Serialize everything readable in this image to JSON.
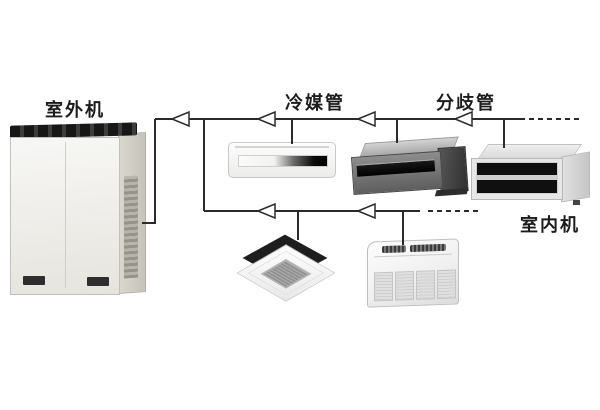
{
  "page": {
    "background": "#ffffff",
    "line_color": "#2b2b2b"
  },
  "diagram": {
    "labels": {
      "outdoor_unit": "室外机",
      "refrigerant_pipe": "冷媒管",
      "branch_pipe": "分歧管",
      "indoor_unit": "室内机"
    },
    "flow": {
      "arrow_direction": "left",
      "upper_pipe_arrows": 4,
      "lower_pipe_arrows": 2,
      "dashed_continuation": "right ends of both pipes"
    },
    "icons": [
      {
        "name": "outdoor-unit-image",
        "meaning": "vrf-outdoor-unit-photo"
      },
      {
        "name": "wall-mounted-unit-image",
        "meaning": "wall-split-indoor-unit-photo"
      },
      {
        "name": "duct-unit-dark-image",
        "meaning": "concealed-duct-indoor-unit-photo"
      },
      {
        "name": "duct-unit-light-image",
        "meaning": "concealed-duct-indoor-unit-photo"
      },
      {
        "name": "cassette-unit-image",
        "meaning": "four-way-ceiling-cassette-photo"
      },
      {
        "name": "console-unit-image",
        "meaning": "floor-ceiling-indoor-unit-photo"
      }
    ]
  }
}
